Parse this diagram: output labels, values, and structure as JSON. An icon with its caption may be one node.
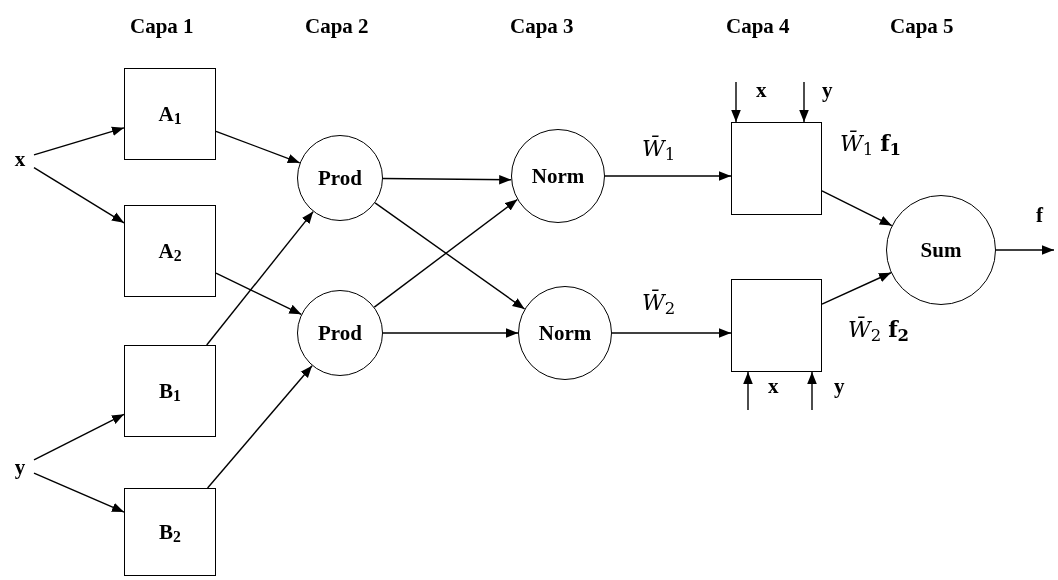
{
  "diagram": {
    "nodes": [
      {
        "text": [
          "x"
        ]
      },
      {
        "text": [
          "y"
        ]
      },
      {
        "text": [
          "A$_{1}$"
        ]
      },
      {
        "text": [
          "A$_{2}$"
        ]
      },
      {
        "text": [
          "B$_{1}$"
        ]
      },
      {
        "text": [
          "B$_{2}$"
        ]
      },
      {
        "text": [
          "Prod"
        ]
      },
      {
        "text": [
          "Prod"
        ]
      },
      {
        "text": [
          "Norm"
        ]
      },
      {
        "text": [
          "Norm"
        ]
      },
      {
        "text": [],
        "shape": "box"
      },
      {
        "text": [],
        "shape": "box"
      },
      {
        "text": [
          "Sum"
        ]
      }
    ],
    "edges": [
      {
        "from": 0,
        "to": 2,
        "arrow": "to"
      },
      {
        "from": 0,
        "to": 3,
        "arrow": "to"
      },
      {
        "from": 1,
        "to": 4,
        "arrow": "to"
      },
      {
        "from": 1,
        "to": 5,
        "arrow": "to"
      },
      {
        "from": 2,
        "to": 6,
        "arrow": "to"
      },
      {
        "from": 3,
        "to": 7,
        "arrow": "to"
      },
      {
        "from": 4,
        "to": 6,
        "arrow": "to"
      },
      {
        "from": 5,
        "to": 7,
        "arrow": "to"
      },
      {
        "from": 6,
        "to": 8,
        "arrow": "to"
      },
      {
        "from": 6,
        "to": 9,
        "arrow": "to"
      },
      {
        "from": 7,
        "to": 8,
        "arrow": "to"
      },
      {
        "from": 7,
        "to": 9,
        "arrow": "to"
      },
      {
        "from": 8,
        "to": 10,
        "arrow": "to",
        "label": "*W̄*$_{1}$"
      },
      {
        "from": 9,
        "to": 11,
        "arrow": "to",
        "label": "*W̄*$_{2}$"
      },
      {
        "from": 10,
        "to": 12,
        "arrow": "to",
        "label": "*W̄*$_{1}$ **f$_{1}$**"
      },
      {
        "from": 11,
        "to": 12,
        "arrow": "to",
        "label": "*W̄*$_{2}$ **f$_{2}$**"
      },
      {
        "from": null,
        "to": 10,
        "arrow": "to"
      },
      {
        "from": null,
        "to": 10,
        "arrow": "to"
      },
      {
        "from": null,
        "to": 11,
        "arrow": "to"
      },
      {
        "from": null,
        "to": 11,
        "arrow": "to"
      },
      {
        "from": 12,
        "to": null,
        "arrow": "to"
      }
    ],
    "labels": [
      "Capa 1",
      "Capa 2",
      "Capa 3",
      "Capa 4",
      "Capa 5",
      "x",
      "y",
      "x",
      "y",
      "f"
    ]
  }
}
